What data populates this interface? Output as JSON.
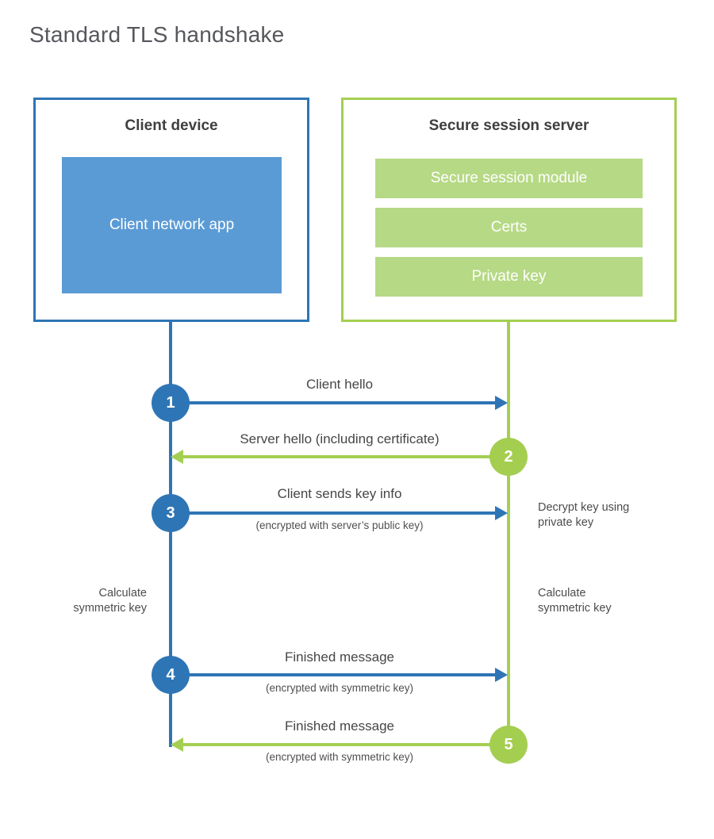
{
  "title": "Standard TLS handshake",
  "colors": {
    "client_accent": "#2e75b6",
    "client_fill": "#5b9bd5",
    "server_accent": "#a4cf52",
    "server_fill": "#b6d985",
    "heading_text": "#3f3f3f",
    "label_text": "#464646"
  },
  "client": {
    "title": "Client device",
    "module": "Client network app"
  },
  "server": {
    "title": "Secure session server",
    "modules": [
      "Secure session module",
      "Certs",
      "Private key"
    ]
  },
  "steps": [
    {
      "num": "1",
      "label": "Client hello",
      "direction": "client-to-server"
    },
    {
      "num": "2",
      "label": "Server hello (including certificate)",
      "direction": "server-to-client"
    },
    {
      "num": "3",
      "label": "Client sends key info",
      "sub": "(encrypted with server’s public key)",
      "direction": "client-to-server"
    },
    {
      "num": "4",
      "label": "Finished message",
      "sub": "(encrypted with symmetric key)",
      "direction": "client-to-server"
    },
    {
      "num": "5",
      "label": "Finished message",
      "sub": "(encrypted with symmetric key)",
      "direction": "server-to-client"
    }
  ],
  "annotations": {
    "decrypt": "Decrypt key using\nprivate key",
    "calc_left": "Calculate\nsymmetric key",
    "calc_right": "Calculate\nsymmetric key"
  }
}
